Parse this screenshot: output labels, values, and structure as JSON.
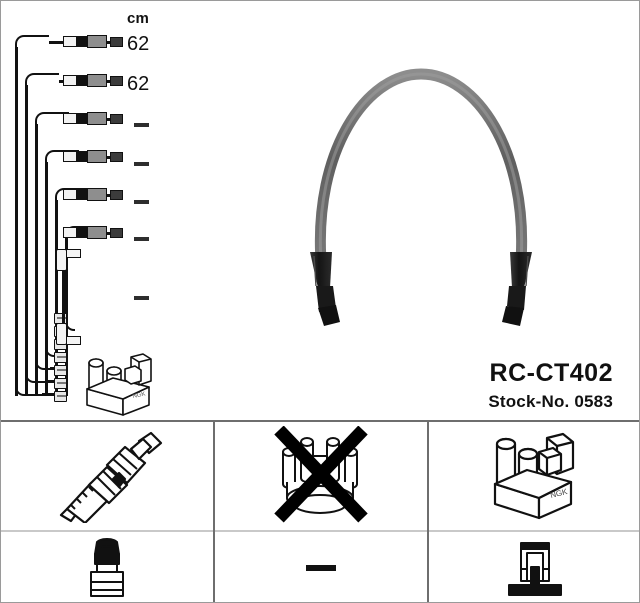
{
  "product": {
    "code": "RC-CT402",
    "stock_label": "Stock-No. 0583"
  },
  "measurement_column": {
    "unit_header": "cm",
    "rows": [
      {
        "index": 1,
        "value": "62",
        "type": "number"
      },
      {
        "index": 2,
        "value": "62",
        "type": "number"
      },
      {
        "index": 3,
        "value": "—",
        "type": "dash"
      },
      {
        "index": 4,
        "value": "—",
        "type": "dash"
      },
      {
        "index": 5,
        "value": "—",
        "type": "dash"
      },
      {
        "index": 6,
        "value": "—",
        "type": "dash"
      },
      {
        "index": 7,
        "value": "—",
        "type": "dash"
      }
    ]
  },
  "harness": {
    "wire_count": 6,
    "jumper_wire_label": "jumper-wire",
    "coil_pack_label": "ignition-coil-pack"
  },
  "main_illustration": {
    "name": "ignition-cable",
    "cable_color": "#6f6f6f",
    "boot_color": "#1b1b1b"
  },
  "bottom_panels": {
    "columns": [
      {
        "name": "spark-plug-column",
        "top_icon": "spark-plug-icon",
        "bottom_icon": "spark-plug-connector-icon",
        "top_crossed_out": false,
        "bottom_is_dash": false
      },
      {
        "name": "distributor-cap-column",
        "top_icon": "distributor-cap-icon",
        "bottom_icon": "dash-mark",
        "top_crossed_out": true,
        "bottom_is_dash": true
      },
      {
        "name": "ignition-coil-column",
        "top_icon": "ignition-coil-icon",
        "bottom_icon": "coil-terminal-icon",
        "top_crossed_out": false,
        "bottom_is_dash": false
      }
    ]
  },
  "colors": {
    "line": "#111111",
    "frame": "#6e6e6e",
    "sleeve_gray": "#8e8e8e"
  }
}
